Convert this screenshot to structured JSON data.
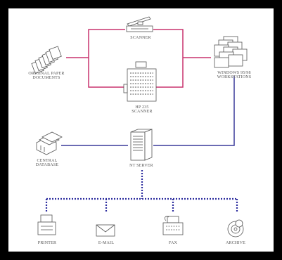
{
  "labels": {
    "original_paper_documents_line1": "ORIGINAL PAPER",
    "original_paper_documents_line2": "DOCUMENTS",
    "scanner_top": "SCANNER",
    "scanner_hp_line1": "HP 235",
    "scanner_hp_line2": "SCANNER",
    "workstations_line1": "WINDOWS 95/98",
    "workstations_line2": "WORKSTATIONS",
    "central_database_line1": "CENTRAL",
    "central_database_line2": "DATABASE",
    "nt_server": "NT SERVER",
    "printer": "PRINTER",
    "email": "E-MAIL",
    "fax": "FAX",
    "archive": "ARCHIVE"
  },
  "colors": {
    "frame": "#000000",
    "panel": "#ffffff",
    "magenta_line": "#c8336f",
    "blue_line": "#3a3a9a",
    "dotted_line": "#2f2f9f",
    "icon_stroke": "#555555"
  },
  "icons": {
    "documents": "document-stack-icon",
    "scanner_flatbed": "flatbed-scanner-icon",
    "scanner_hp": "hp-scanner-icon",
    "workstations": "workstations-icon",
    "central_database": "database-icon",
    "server": "server-tower-icon",
    "printer": "printer-icon",
    "email": "envelope-icon",
    "fax": "fax-icon",
    "archive": "archive-disc-icon"
  }
}
